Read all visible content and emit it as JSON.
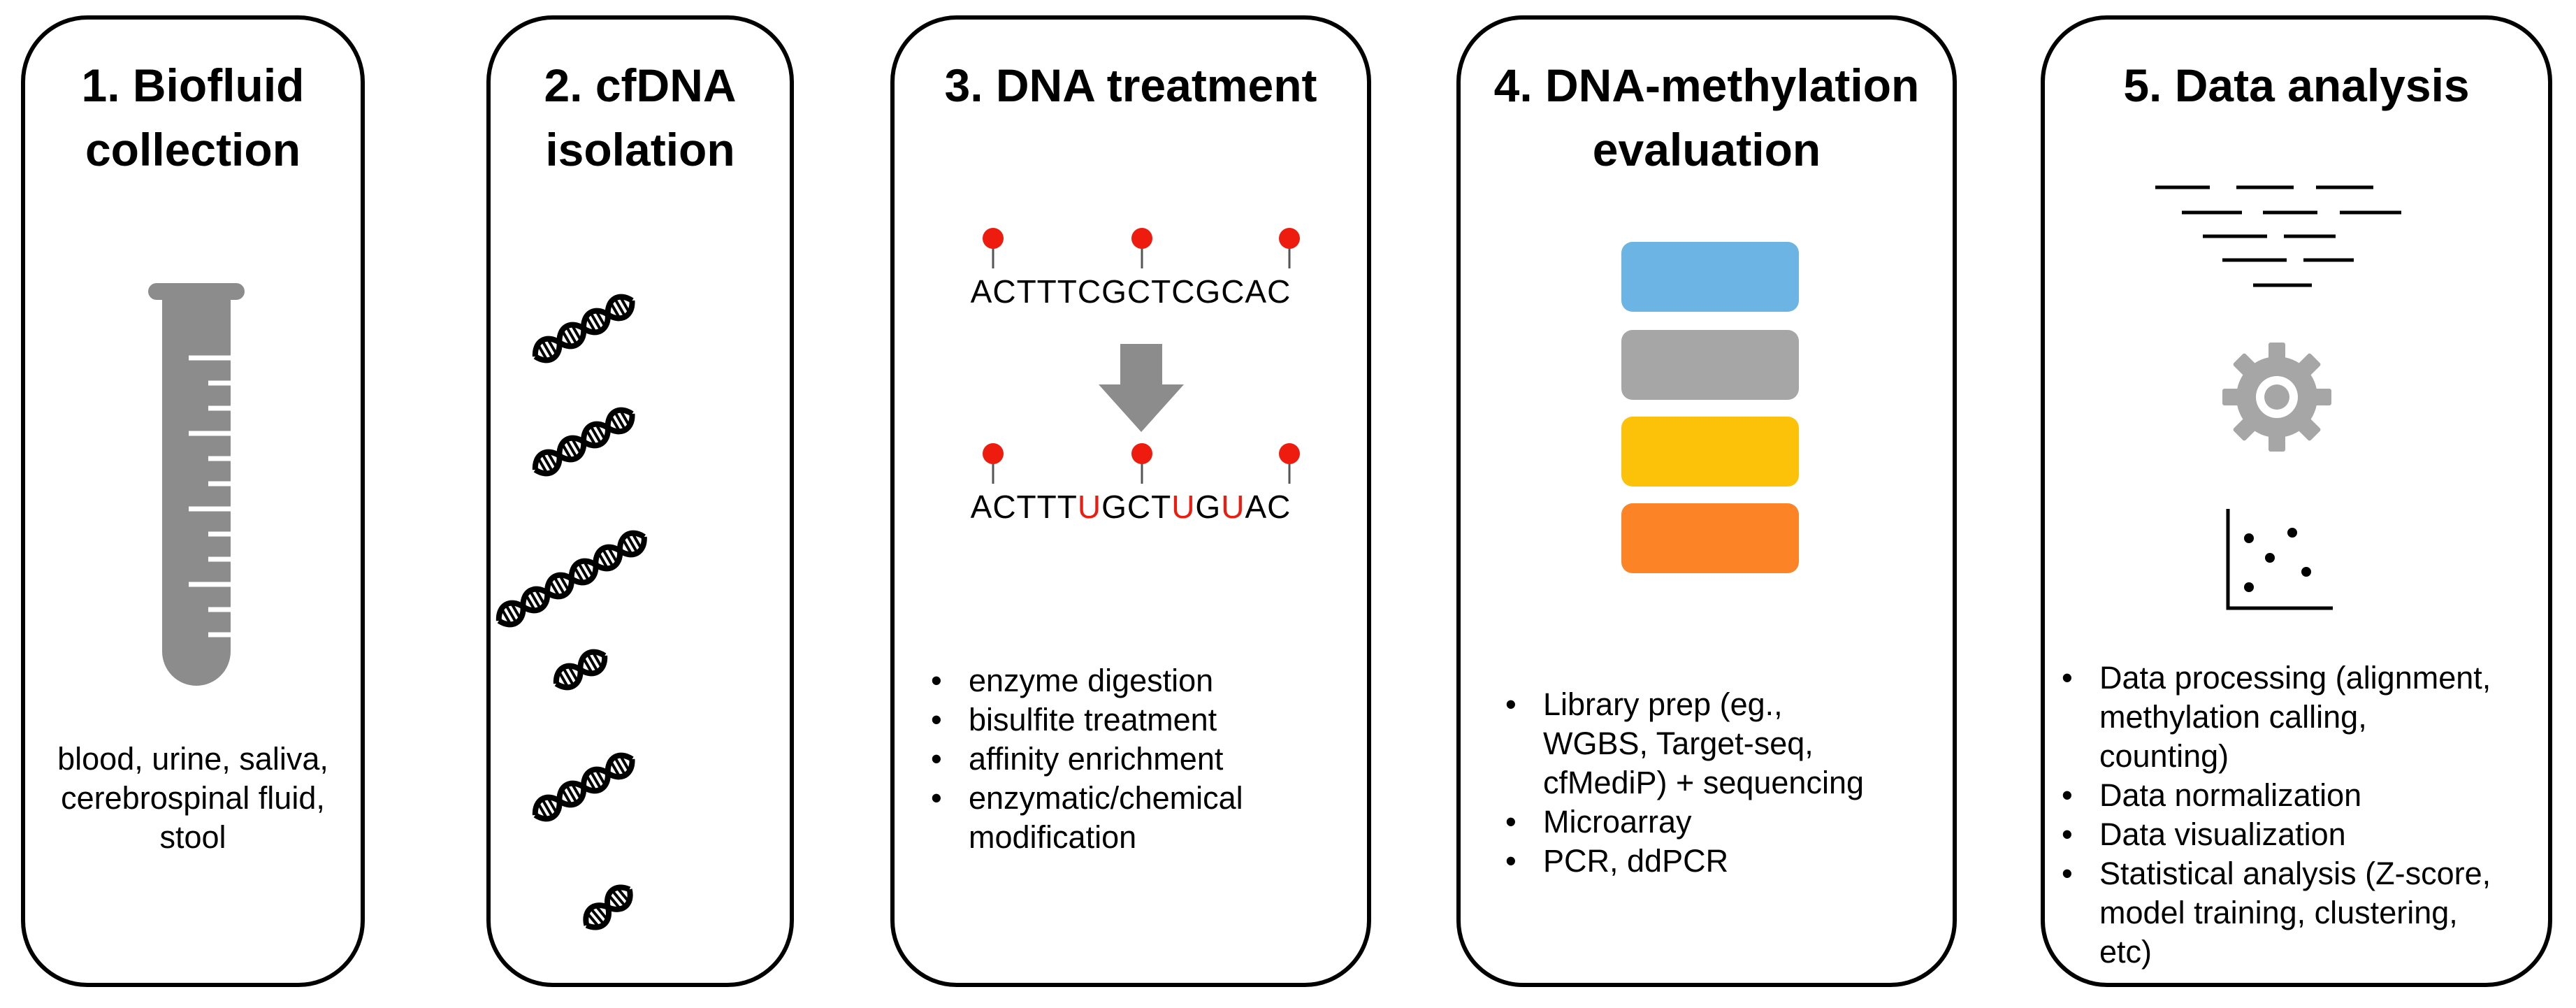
{
  "panels": [
    {
      "title": "1. Biofluid\ncollection",
      "description": "blood, urine, saliva,\ncerebrospinal fluid,\nstool"
    },
    {
      "title": "2. cfDNA\nisolation"
    },
    {
      "title": "3. DNA treatment",
      "sequence_before": "ACTTTCGCTCGCAC",
      "sequence_after": [
        "ACTTT",
        "U",
        "GCT",
        "U",
        "G",
        "U",
        "AC"
      ],
      "bullets": [
        "enzyme digestion",
        "bisulfite treatment",
        "affinity enrichment",
        "enzymatic/chemical\nmodification"
      ]
    },
    {
      "title": "4. DNA-methylation\nevaluation",
      "bullets": [
        "Library prep (eg.,\nWGBS, Target-seq,\ncfMediP) + sequencing",
        "Microarray",
        "PCR, ddPCR"
      ]
    },
    {
      "title": "5. Data analysis",
      "bullets": [
        "Data processing (alignment,\nmethylation calling,\ncounting)",
        "Data normalization",
        "Data visualization",
        "Statistical analysis (Z-score,\nmodel training, clustering,\netc)"
      ]
    }
  ],
  "colors": {
    "border": "#000000",
    "tube": "#8c8c8c",
    "methyl_marker": "#ee1c0f",
    "converted_base": "#ee1c0f",
    "arrow": "#8c8c8c",
    "block_blue": "#6bb4e3",
    "block_gray": "#a6a6a6",
    "block_yellow": "#fcc20a",
    "block_orange": "#fc8426",
    "gear": "#a6a6a6"
  },
  "icons": [
    "test-tube-icon",
    "dna-helix-icon",
    "down-arrow-icon",
    "methyl-marker-icon",
    "sequence-reads-icon",
    "gear-icon",
    "scatter-plot-icon"
  ]
}
